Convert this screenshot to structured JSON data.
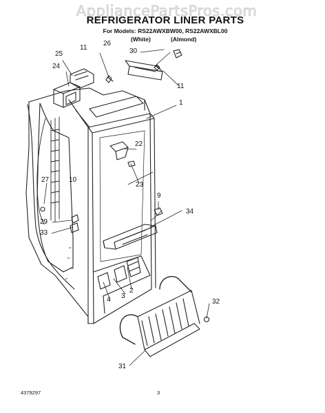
{
  "watermark": "AppliancePartsPros.com",
  "title": "REFRIGERATOR LINER PARTS",
  "models": "For Models: RS22AWXBW00, RS22AWXBL00",
  "variants": {
    "white": "(White)",
    "almond": "(Almond)"
  },
  "callouts": {
    "c30": "30",
    "c26": "26",
    "c11a": "11",
    "c25": "25",
    "c24": "24",
    "c11b": "11",
    "c1": "1",
    "c22": "22",
    "c10": "10",
    "c23": "23",
    "c27": "27",
    "c9": "9",
    "c34": "34",
    "c29": "29",
    "c33": "33",
    "c2": "2",
    "c3": "3",
    "c4": "4",
    "c32": "32",
    "c31": "31"
  },
  "footer": {
    "doc_number": "4379297",
    "page": "3"
  }
}
